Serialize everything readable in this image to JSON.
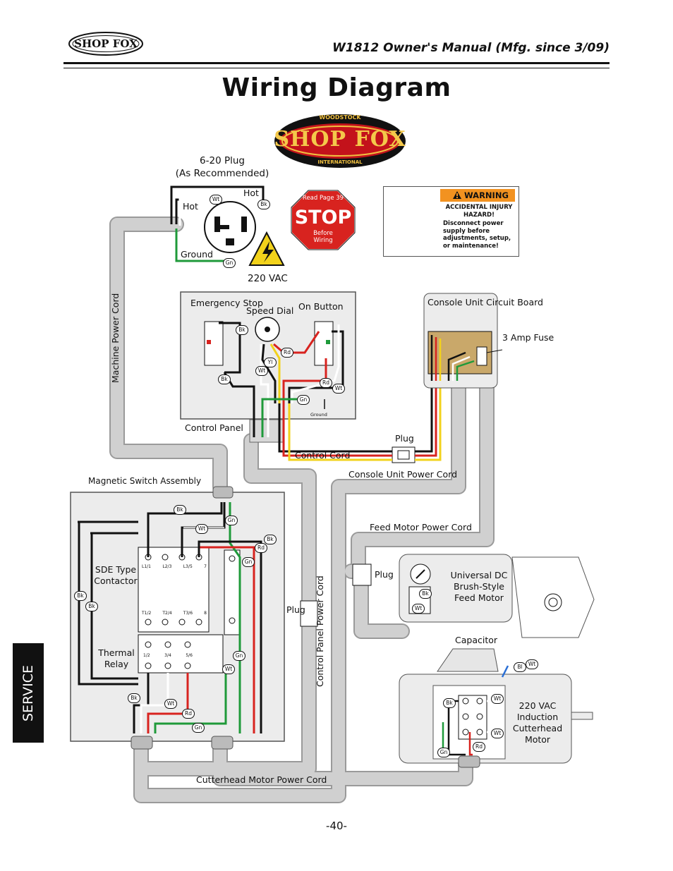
{
  "header": {
    "brand": "SHOP FOX",
    "manual_title": "W1812 Owner's Manual (Mfg. since 3/09)",
    "page_title": "Wiring Diagram",
    "side_tab": "SERVICE",
    "page_number": "-40-"
  },
  "logo": {
    "brand": "SHOP FOX",
    "top_arc": "WOODSTOCK",
    "bottom_arc": "INTERNATIONAL"
  },
  "stop_sign": {
    "top": "Read Page 39",
    "main": "STOP",
    "bottom": "Before Wiring"
  },
  "warning_label": {
    "header": "WARNING",
    "line1": "ACCIDENTAL INJURY HAZARD!",
    "body": "Disconnect power supply before adjustments, setup, or maintenance!"
  },
  "plug": {
    "title": "6-20 Plug",
    "subtitle": "(As Recommended)",
    "hot_left": "Hot",
    "hot_right": "Hot",
    "ground": "Ground",
    "voltage": "220 VAC"
  },
  "control_panel": {
    "label": "Control Panel",
    "emergency_stop": "Emergency Stop",
    "speed_dial": "Speed Dial",
    "on_button": "On Button",
    "ground": "Ground"
  },
  "console_unit": {
    "label": "Console Unit Circuit Board",
    "fuse": "3 Amp Fuse",
    "plug": "Plug"
  },
  "cords": {
    "machine_power": "Machine Power Cord",
    "control_cord": "Control Cord",
    "console_power": "Console Unit Power Cord",
    "feed_motor_power": "Feed Motor Power Cord",
    "control_panel_power": "Control Panel Power Cord",
    "cutterhead_power": "Cutterhead Motor Power Cord",
    "plug": "Plug"
  },
  "magnetic_switch": {
    "label": "Magnetic Switch Assembly",
    "contactor": "SDE Type Contactor",
    "relay": "Thermal Relay",
    "terminals_top": [
      "L1/1",
      "L2/3",
      "L3/5",
      "7"
    ],
    "terminals_mid": [
      "T1/2",
      "T2/4",
      "T3/6",
      "8"
    ],
    "terminals_relay": [
      "1/2",
      "3/4",
      "5/6"
    ]
  },
  "feed_motor": {
    "label": "Universal DC Brush-Style Feed Motor",
    "plug": "Plug"
  },
  "cutterhead_motor": {
    "label": "220 VAC Induction Cutterhead Motor",
    "capacitor": "Capacitor"
  },
  "wire_codes": {
    "black": "Bk",
    "white": "Wt",
    "green": "Gn",
    "red": "Rd",
    "yellow": "Yl",
    "blue": "Bl"
  },
  "colors": {
    "black": "#111111",
    "white": "#ffffff",
    "green": "#1f9a3a",
    "red": "#d8231f",
    "yellow": "#f2d21b",
    "blue": "#2a6fd6",
    "cord_gray": "#c9c9c9",
    "warning_orange": "#f29220",
    "logo_red": "#c3121b"
  }
}
